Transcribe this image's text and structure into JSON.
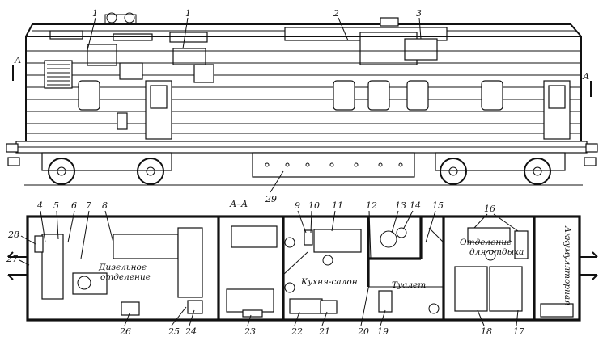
{
  "section_label": "А–А",
  "section_mark_left": "А",
  "section_mark_right": "А",
  "rooms": {
    "diesel": [
      "Дизельное",
      "отделение"
    ],
    "kitchen": "Кухня-салон",
    "toilet": "Туалет",
    "rest": [
      "Отделение",
      "для отдыха"
    ],
    "battery": "Аккумуляторная"
  },
  "callouts_side": [
    "1",
    "1",
    "2",
    "3",
    "29"
  ],
  "callouts_plan_top": [
    "4",
    "5",
    "6",
    "7",
    "8",
    "9",
    "10",
    "11",
    "12",
    "13",
    "14",
    "15",
    "16"
  ],
  "callouts_plan_left": [
    "28",
    "27"
  ],
  "callouts_plan_bottom": [
    "26",
    "25",
    "24",
    "23",
    "22",
    "21",
    "20",
    "19",
    "18",
    "17"
  ]
}
